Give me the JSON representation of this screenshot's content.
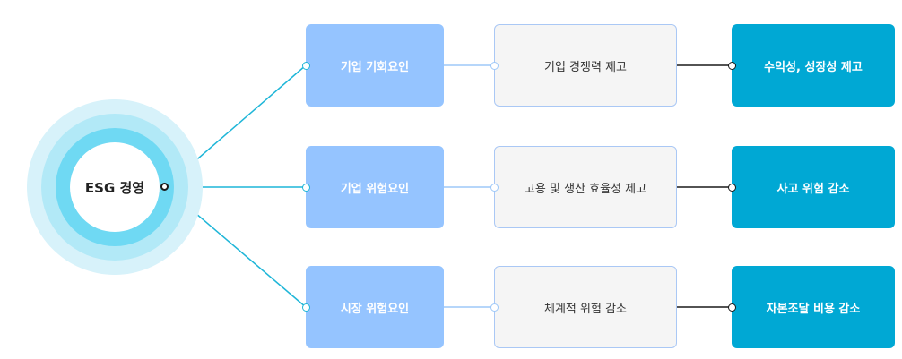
{
  "center": {
    "label": "ESG 경영"
  },
  "rows": [
    {
      "factor": "기업 기회요인",
      "effect": "기업 경쟁력 제고",
      "result": "수익성, 성장성 제고"
    },
    {
      "factor": "기업 위험요인",
      "effect": "고용 및 생산 효율성 제고",
      "result": "사고 위험 감소"
    },
    {
      "factor": "시장 위험요인",
      "effect": "체계적 위험 감소",
      "result": "자본조달 비용 감소"
    }
  ],
  "colors": {
    "connector": "#1fb6d8",
    "factor_box": "#95c4ff",
    "factor_link": "#9ec8f8",
    "effect_box": "#f5f5f5",
    "effect_border": "#aac8f5",
    "result_box": "#00a8d4",
    "result_link": "#1a1a1a",
    "rings": [
      "#d7f2fa",
      "#b2e9f7",
      "#6fd9f3"
    ]
  }
}
